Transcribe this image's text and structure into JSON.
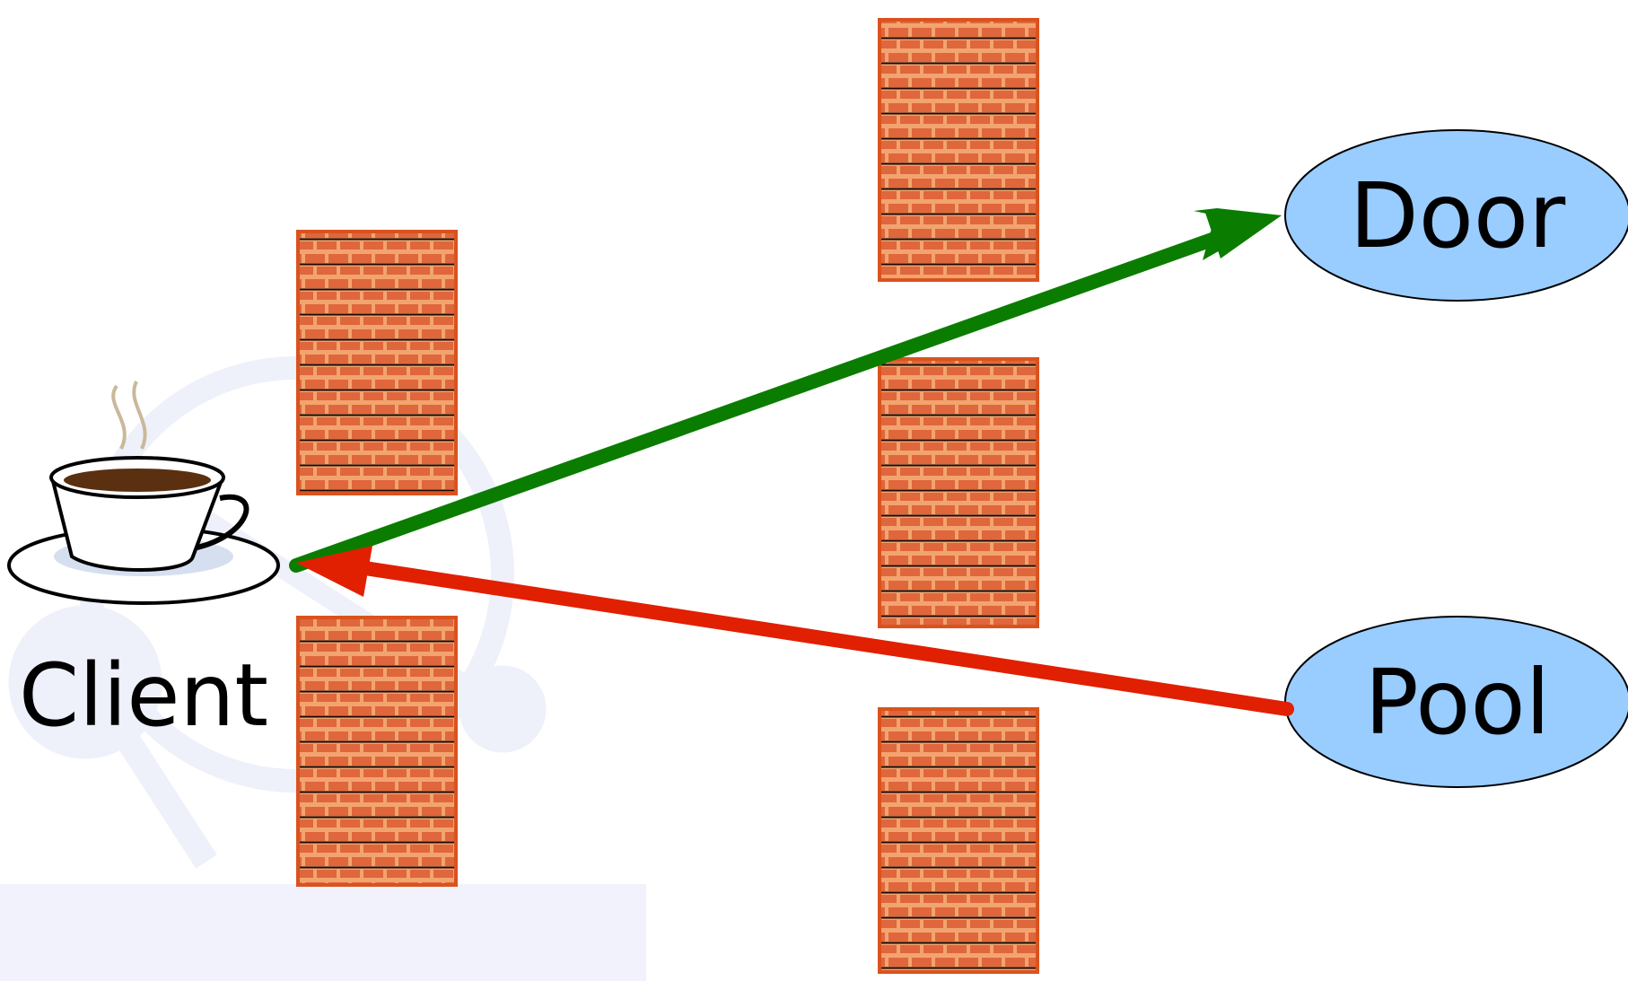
{
  "nodes": {
    "client": {
      "label": "Client",
      "icon": "coffee-cup-icon"
    },
    "door": {
      "label": "Door",
      "fill": "#99ccff"
    },
    "pool": {
      "label": "Pool",
      "fill": "#99ccff"
    }
  },
  "firewalls": {
    "icon": "brick-wall-icon",
    "brick": "#e8764a",
    "mortar": "#f2b07a",
    "edge": "#d9531e"
  },
  "arrows": [
    {
      "from": "client",
      "to": "door",
      "color": "#0a7d00"
    },
    {
      "from": "pool",
      "to": "client",
      "color": "#e02000"
    }
  ],
  "background": {
    "watermark_color": "#eef0fa"
  }
}
